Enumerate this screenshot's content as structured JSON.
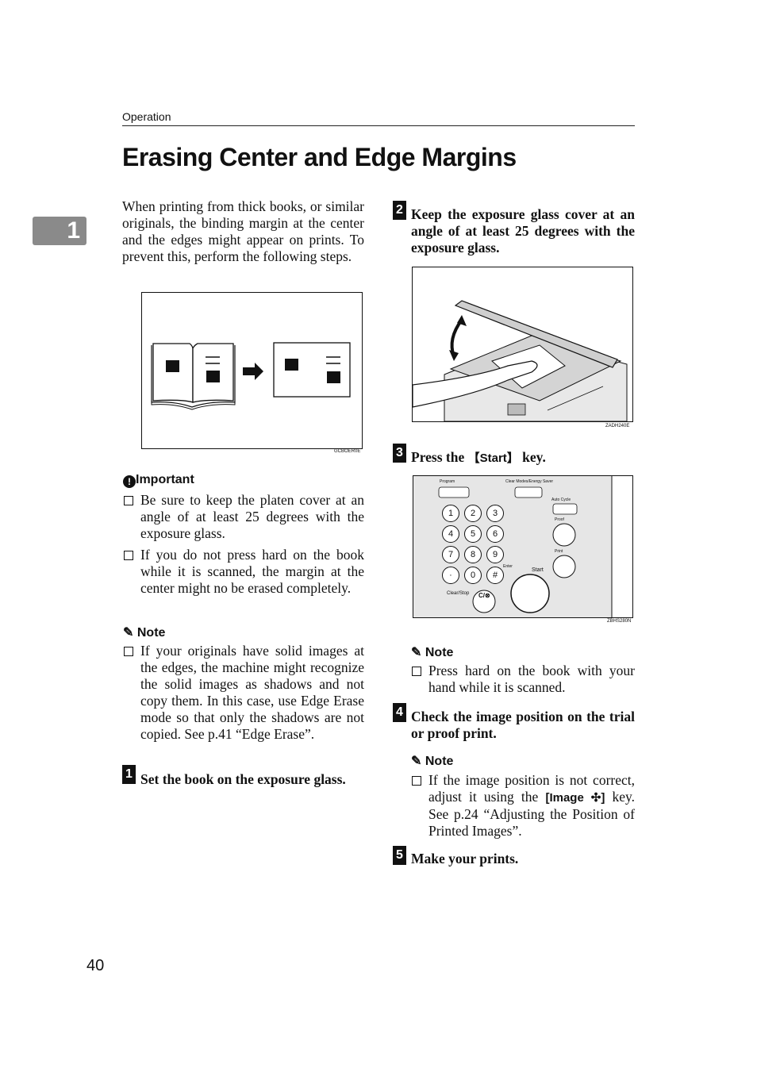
{
  "header": {
    "section": "Operation"
  },
  "title": "Erasing Center and Edge Margins",
  "chapter_tab": "1",
  "intro": "When printing from thick books, or similar originals, the binding margin at the center and the edges might appear on prints. To prevent this, perform the following steps.",
  "figure1": {
    "caption": "GCBOER0E"
  },
  "important": {
    "heading": "Important",
    "items": [
      "Be sure to keep the platen cover at an angle of at least 25 degrees with the exposure glass.",
      "If you do not press hard on the book while it is scanned, the margin at the center might no be erased completely."
    ]
  },
  "note1": {
    "heading": "Note",
    "items": [
      "If your originals have solid images at the edges, the machine might recognize the solid images as shadows and not copy them. In this case, use Edge Erase mode so that only the shadows are not copied. See p.41 “Edge Erase”."
    ]
  },
  "steps": [
    {
      "num": "1",
      "text": "Set the book on the exposure glass."
    },
    {
      "num": "2",
      "text": "Keep the exposure glass cover at an angle of at least 25 degrees with the exposure glass."
    },
    {
      "num": "3",
      "pre": "Press the ",
      "key": "【Start】",
      "post": " key."
    },
    {
      "num": "4",
      "text": "Check the image position on the trial or proof print."
    },
    {
      "num": "5",
      "text": "Make your prints."
    }
  ],
  "figure2": {
    "caption": "ZADH240E"
  },
  "figure3": {
    "caption": "ZBHS280N",
    "labels": {
      "program": "Program",
      "clear_modes": "Clear Modes/Energy Saver",
      "auto_cycle": "Auto Cycle",
      "proof": "Proof",
      "print": "Print",
      "enter": "Enter",
      "start": "Start",
      "clear_stop": "Clear/Stop",
      "clear_key": "C/⊗"
    },
    "keypad": [
      "1",
      "2",
      "3",
      "4",
      "5",
      "6",
      "7",
      "8",
      "9",
      "·",
      "0",
      "#"
    ]
  },
  "note2": {
    "heading": "Note",
    "items": [
      "Press hard on the book with your hand while it is scanned."
    ]
  },
  "note3": {
    "heading": "Note",
    "pre": "If the image position is not correct, adjust it using the ",
    "key": "[Image ✣]",
    "post": " key. See p.24 “Adjusting the Position of Printed Images”."
  },
  "page_number": "40"
}
